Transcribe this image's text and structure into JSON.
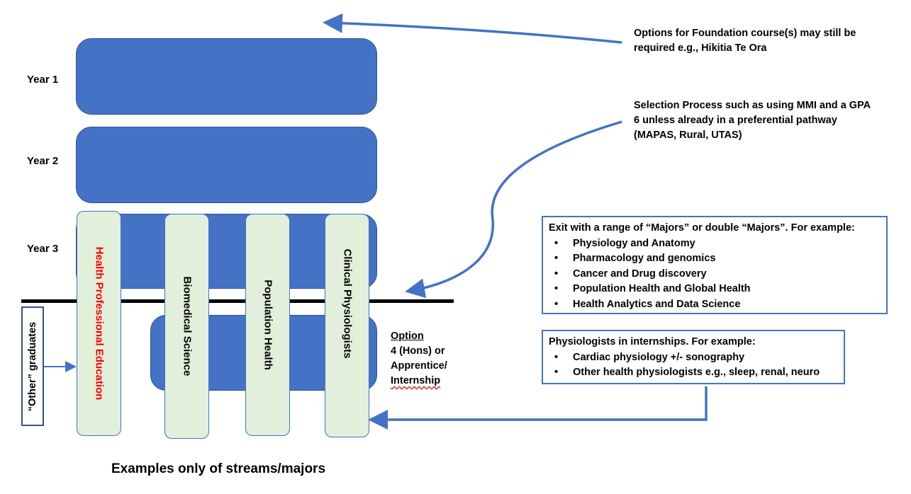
{
  "years": [
    "Year 1",
    "Year 2",
    "Year 3"
  ],
  "streams": [
    {
      "label": "Health Professional Education",
      "color": "#ff0000"
    },
    {
      "label": "Biomedical Science",
      "color": "#000000"
    },
    {
      "label": "Population Health",
      "color": "#000000"
    },
    {
      "label": "Clinical Physiologists",
      "color": "#000000"
    }
  ],
  "notes": {
    "foundation_line1": "Options for Foundation course(s) may still be",
    "foundation_line2": "required e.g., Hikitia Te Ora",
    "selection_line1": "Selection Process such as using MMI and a GPA",
    "selection_line2": "6 unless already in a preferential pathway",
    "selection_line3": "(MAPAS, Rural, UTAS)"
  },
  "majors_box": {
    "heading": "Exit with a range of “Majors” or double “Majors”. For example:",
    "items": [
      "Physiology and Anatomy",
      "Pharmacology and genomics",
      "Cancer and Drug discovery",
      "Population Health and Global Health",
      "Health Analytics and Data Science"
    ]
  },
  "internship_box": {
    "heading": "Physiologists in internships. For example:",
    "items": [
      "Cardiac physiology +/- sonography",
      "Other health physiologists e.g., sleep, renal, neuro"
    ]
  },
  "option": {
    "title": "Option",
    "line1": "4 (Hons) or",
    "line2": "Apprentice/",
    "line3": "Internship"
  },
  "other_graduates": "“Other” graduates",
  "caption": "Examples only of streams/majors",
  "colors": {
    "block": "#4472c4",
    "stream_fill": "#e2efda",
    "arrow": "#4472c4",
    "red_text": "#ff0000"
  }
}
